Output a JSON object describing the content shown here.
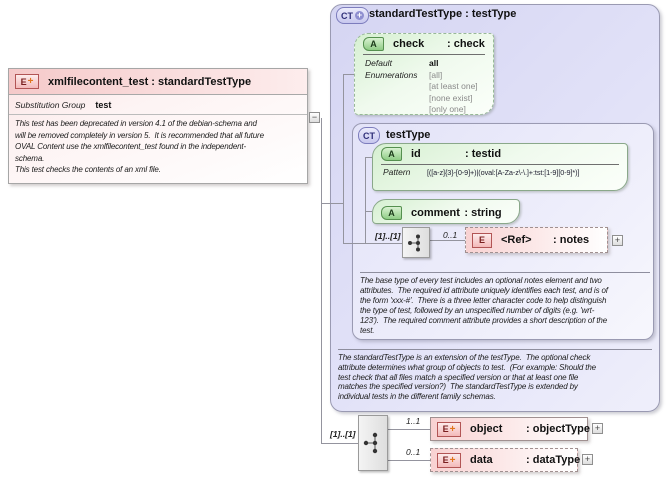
{
  "element": {
    "title": "xmlfilecontent_test : standardTestType",
    "substitution_group_label": "Substitution Group",
    "substitution_group_value": "test",
    "description": "This test has been deprecated in version 4.1 of the debian-schema and\nwill be removed completely in version 5.  It is recommended that all future\nOVAL Content use the xmlfilecontent_test found in the independent-\nschema.\nThis test checks the contents of an xml file."
  },
  "standard_test_type": {
    "title": "standardTestType : testType",
    "check_attribute": {
      "name": "check",
      "type": ": check",
      "default_label": "Default",
      "default_value": "all",
      "enumerations_label": "Enumerations",
      "enumerations": [
        "[all]",
        "[at least one]",
        "[none exist]",
        "[only one]"
      ]
    },
    "description": "The standardTestType is an extension of the testType.  The optional check\nattribute determines what group of objects to test.  (For example: Should the\ntest check that all files match a specified version or that at least one file\nmatches the specified version?)  The standardTestType is extended by\nindividual tests in the different family schemas."
  },
  "test_type": {
    "title": "testType",
    "id_attribute": {
      "name": "id",
      "type": ": testid",
      "pattern_label": "Pattern",
      "pattern_value": "[([a-z]{3}-[0-9]+)|(oval:[A-Za-z\\-\\.]+:tst:[1-9][0-9]*)]"
    },
    "comment_attribute": {
      "name": "comment",
      "type": ": string"
    },
    "sequence_cardinality": "[1]..[1]",
    "notes_element": {
      "cardinality": "0..1",
      "name": "<Ref>",
      "type": ": notes"
    },
    "description": "The base type of every test includes an optional notes element and two\nattributes.  The required id attribute uniquely identifies each test, and is of\nthe form 'xxx-#'.  There is a three letter character code to help distinguish\nthe type of test, followed by an unspecified number of digits (e.g. 'wrt-\n123').  The required comment attribute provides a short description of the\ntest."
  },
  "content_model": {
    "cardinality": "[1]..[1]",
    "object_element": {
      "cardinality": "1..1",
      "name": "object",
      "type": ": objectType"
    },
    "data_element": {
      "cardinality": "0..1",
      "name": "data",
      "type": ": dataType"
    }
  },
  "icons": {
    "element_letter": "E",
    "attribute_letter": "A",
    "complex_type_letters": "CT",
    "plus": "+",
    "expand": "+",
    "collapse": "−"
  },
  "colors": {
    "element_pink": "#f8d2d2",
    "attribute_green": "#d6f0d1",
    "complex_lavender": "#d5d5f2",
    "connector_gray": "#94949e"
  }
}
